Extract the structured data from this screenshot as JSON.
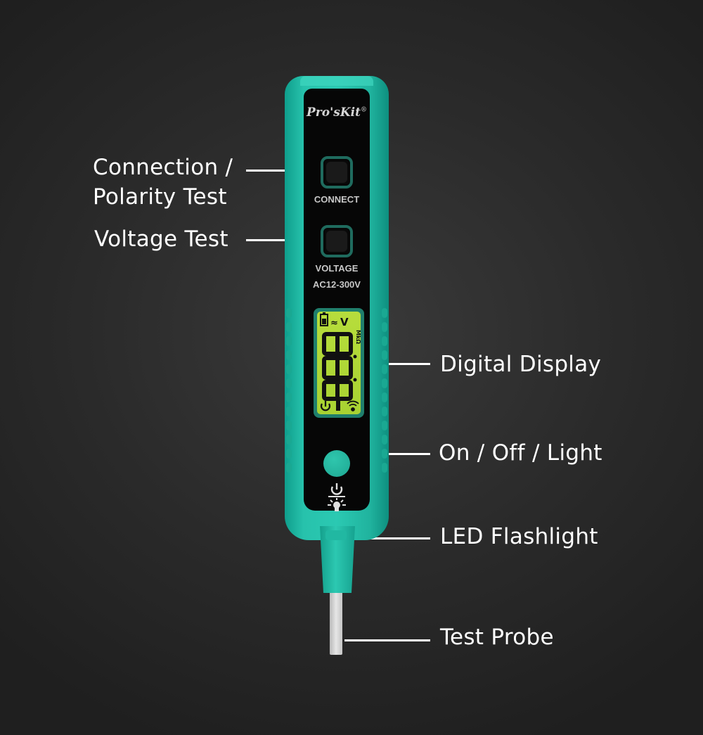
{
  "device": {
    "brand": "Pro'sKit",
    "brand_mark": "®",
    "buttons": {
      "connect_caption": "CONNECT",
      "voltage_caption": "VOLTAGE",
      "voltage_range": "AC12-300V"
    },
    "lcd": {
      "digits": "88.8",
      "unit_symbols": "MkΩ",
      "voltage_symbol": "V",
      "ac_symbol": "≈",
      "battery_icon": "battery-icon",
      "power_icon": "power-icon",
      "signal_icon": "signal-icon"
    },
    "power_button_icons": [
      "power-icon",
      "light-bulb-icon"
    ],
    "colors": {
      "body": "#2bc9b2",
      "face": "#060606",
      "lcd": "#b7dd3c",
      "probe": "#d9d9d9"
    }
  },
  "callouts": [
    {
      "id": "connection-polarity-test",
      "lines": [
        "Connection /",
        "Polarity Test"
      ]
    },
    {
      "id": "voltage-test",
      "lines": [
        "Voltage Test"
      ]
    },
    {
      "id": "digital-display",
      "lines": [
        "Digital Display"
      ]
    },
    {
      "id": "on-off-light",
      "lines": [
        "On / Off / Light"
      ]
    },
    {
      "id": "led-flashlight",
      "lines": [
        "LED Flashlight"
      ]
    },
    {
      "id": "test-probe",
      "lines": [
        "Test Probe"
      ]
    }
  ]
}
